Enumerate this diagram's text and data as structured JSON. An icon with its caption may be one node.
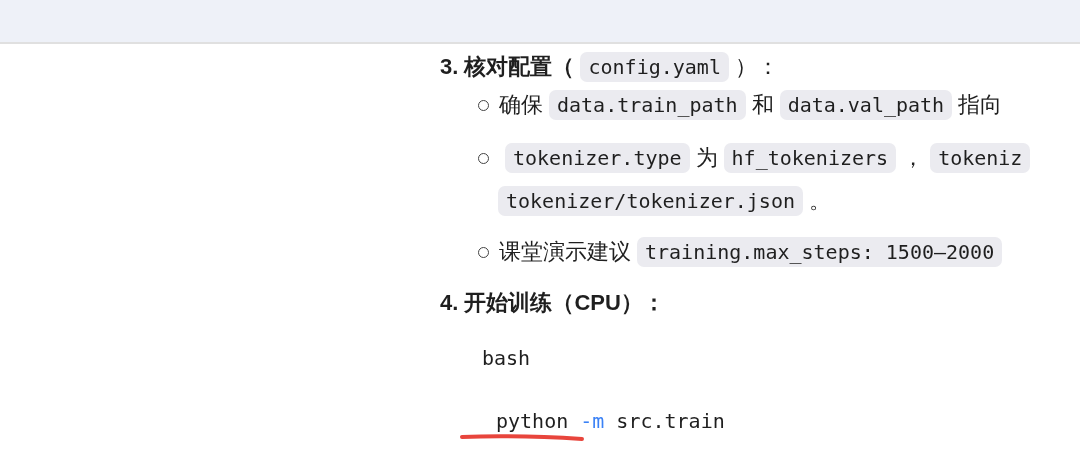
{
  "diagram": {
    "nodes": [
      {
        "text": [],
        "shape": "bar"
      }
    ],
    "labels": [
      "3. 核对配置（",
      "config.yaml",
      "）：",
      "确保",
      "data.train_path",
      "和",
      "data.val_path",
      "指向",
      "tokenizer.type",
      "为",
      "hf_tokenizers",
      "，",
      "tokeniz",
      "tokenizer/tokenizer.json",
      "。",
      "课堂演示建议",
      "training.max_steps: 1500–2000",
      "4. 开始训练（CPU）：",
      "bash",
      "python",
      "-m",
      "src.train"
    ]
  }
}
